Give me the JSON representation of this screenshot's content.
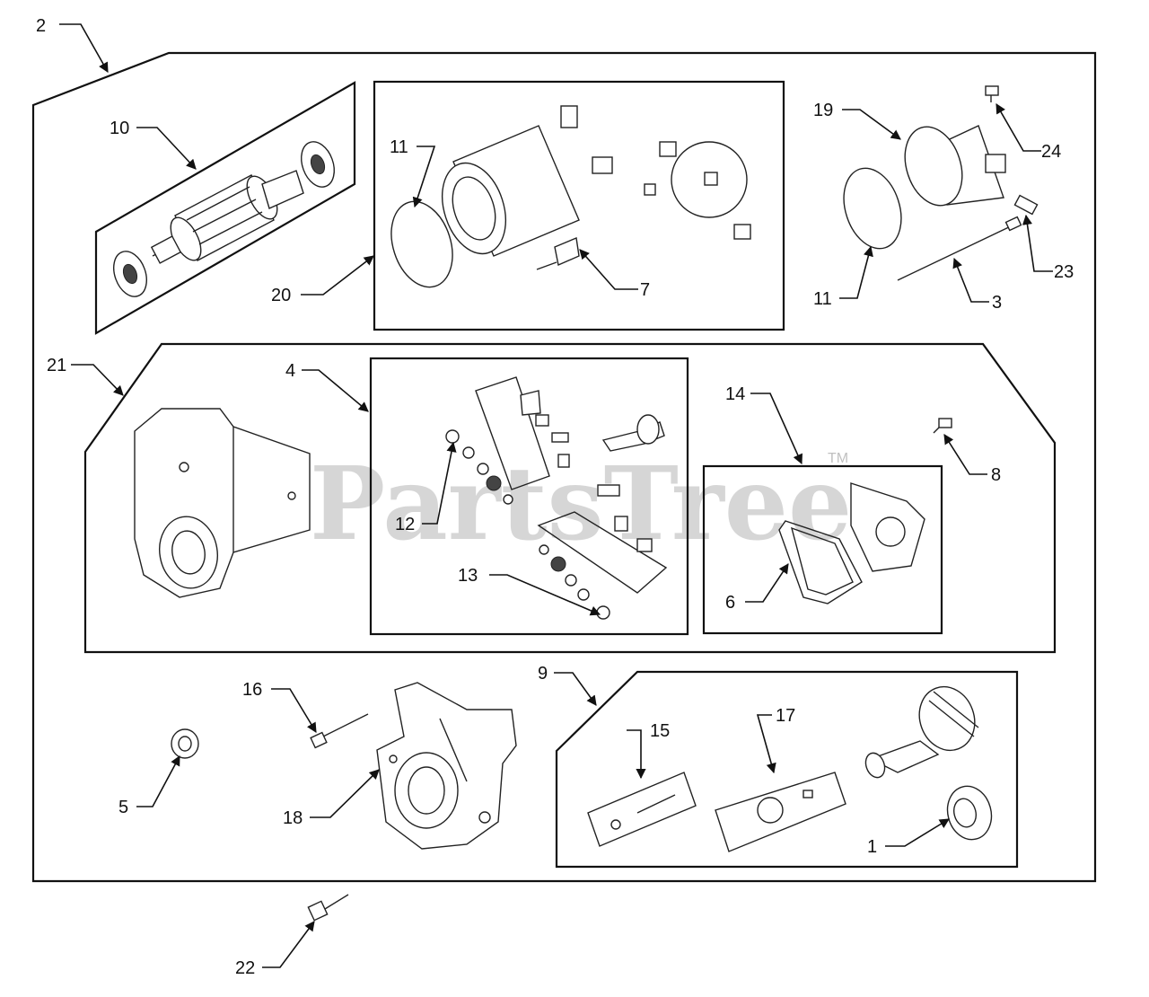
{
  "watermark": {
    "text": "PartsTree",
    "trademark": "TM"
  },
  "labels": {
    "l1": "1",
    "l2": "2",
    "l3": "3",
    "l4": "4",
    "l5": "5",
    "l6": "6",
    "l7": "7",
    "l8": "8",
    "l9": "9",
    "l10": "10",
    "l11a": "11",
    "l11b": "11",
    "l12": "12",
    "l13": "13",
    "l14": "14",
    "l15": "15",
    "l16": "16",
    "l17": "17",
    "l18": "18",
    "l19": "19",
    "l20": "20",
    "l21": "21",
    "l22": "22",
    "l23": "23",
    "l24": "24"
  }
}
